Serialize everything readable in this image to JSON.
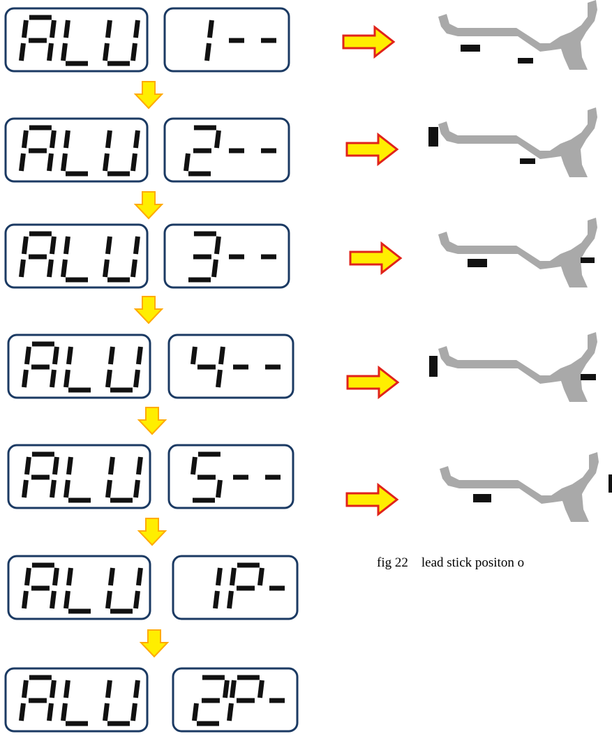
{
  "display_modes": [
    {
      "left": "ALU",
      "right": "1--",
      "rim_diagram": "rim-profile-mode-1"
    },
    {
      "left": "ALU",
      "right": "2--",
      "rim_diagram": "rim-profile-mode-2"
    },
    {
      "left": "ALU",
      "right": "3--",
      "rim_diagram": "rim-profile-mode-3"
    },
    {
      "left": "ALU",
      "right": "4--",
      "rim_diagram": "rim-profile-mode-4"
    },
    {
      "left": "ALU",
      "right": "5--",
      "rim_diagram": "rim-profile-mode-5"
    },
    {
      "left": "ALU",
      "right": "1P-"
    },
    {
      "left": "ALU",
      "right": "2P-"
    }
  ],
  "caption": "fig 22    lead stick positon o",
  "colors": {
    "arrow_fill": "#ffee00",
    "arrow_stroke": "#e0231b",
    "rim_gray": "#a9a9a9",
    "weight_black": "#111111",
    "display_border": "#1b3a63",
    "segment_black": "#111111"
  }
}
